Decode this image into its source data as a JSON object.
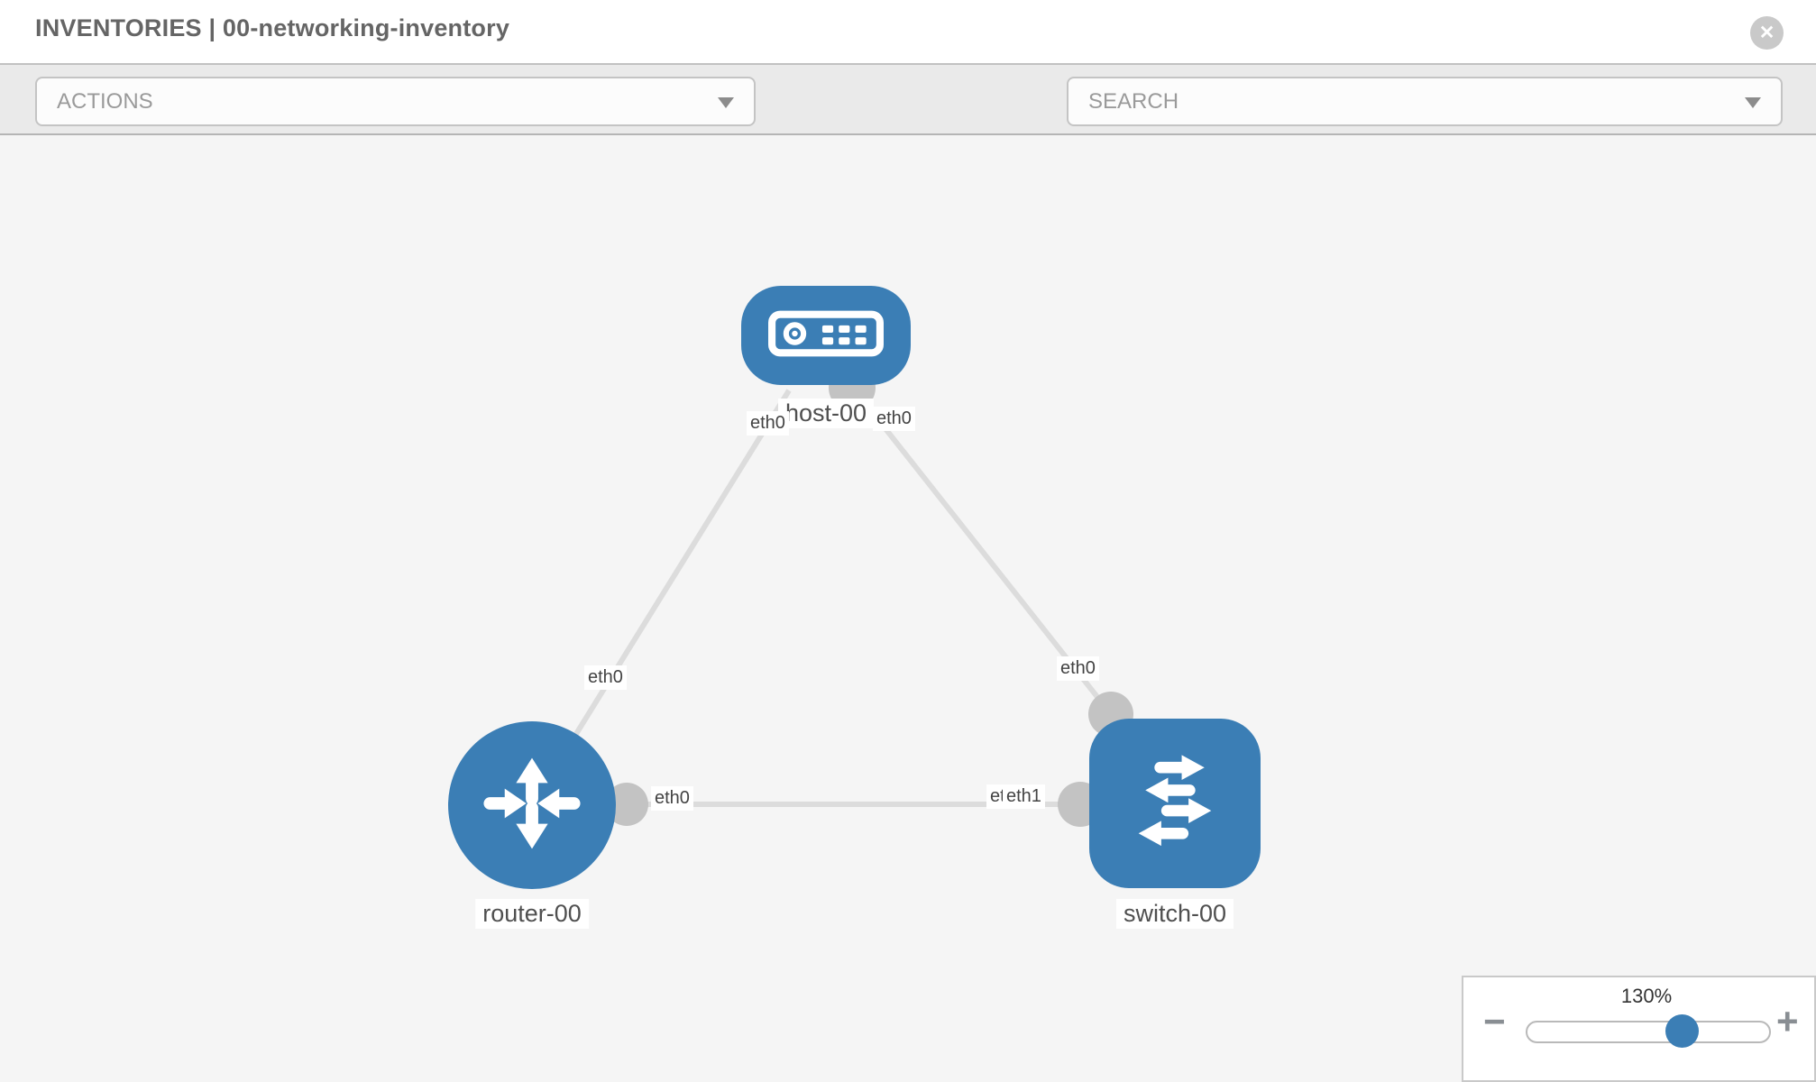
{
  "header": {
    "title": "INVENTORIES | 00-networking-inventory",
    "close_glyph": "✕"
  },
  "toolbar": {
    "actions_label": "ACTIONS",
    "search_placeholder": "SEARCH",
    "icons": {
      "left": "wrench-icon",
      "right": "key-icon"
    }
  },
  "topology": {
    "nodes": [
      {
        "id": "host-00",
        "type": "host",
        "label": "host-00"
      },
      {
        "id": "router-00",
        "type": "router",
        "label": "router-00"
      },
      {
        "id": "switch-00",
        "type": "switch",
        "label": "switch-00"
      }
    ],
    "links": [
      {
        "from": "host-00",
        "to": "router-00"
      },
      {
        "from": "host-00",
        "to": "switch-00"
      },
      {
        "from": "router-00",
        "to": "switch-00"
      }
    ],
    "interface_labels": [
      {
        "label": "eth0",
        "position": "host-left"
      },
      {
        "label": "eth0",
        "position": "host-right"
      },
      {
        "label": "eth0",
        "position": "host-router-link-lower"
      },
      {
        "label": "eth0",
        "position": "router-right"
      },
      {
        "label": "eth0",
        "position": "router-switch-link-under"
      },
      {
        "label": "eth1",
        "position": "router-switch-link-over"
      },
      {
        "label": "eth0",
        "position": "switch-top"
      }
    ]
  },
  "zoom_control": {
    "level": "130%",
    "minus_label": "−",
    "plus_label": "+"
  },
  "colors": {
    "node_blue": "#3b7eb5",
    "link_gray": "#dcdcdc",
    "stub_gray": "#c3c3c3",
    "toolbar_bg": "#eaeaea",
    "canvas_bg": "#f5f5f5",
    "icon_gray": "#81878e"
  }
}
